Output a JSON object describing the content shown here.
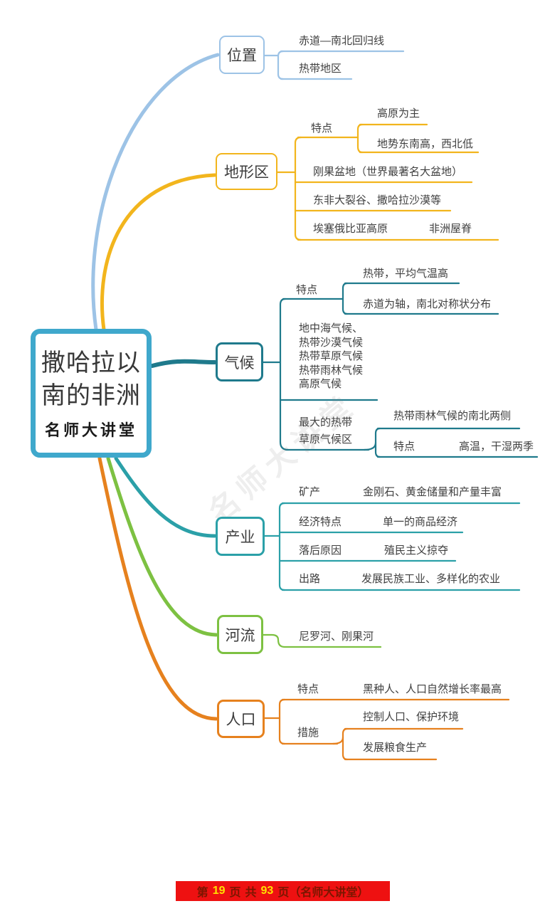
{
  "center": {
    "title1": "撒哈拉以",
    "title2": "南的非洲",
    "subtitle": "名师大讲堂"
  },
  "location": {
    "label": "位置",
    "item1": "赤道—南北回归线",
    "item2": "热带地区"
  },
  "terrain": {
    "label": "地形区",
    "feature_key": "特点",
    "f1": "高原为主",
    "f2": "地势东南高，西北低",
    "i1": "刚果盆地（世界最著名大盆地）",
    "i2": "东非大裂谷、撒哈拉沙漠等",
    "i3": "埃塞俄比亚高原",
    "i3_note": "非洲屋脊"
  },
  "climate": {
    "label": "气候",
    "feature_key": "特点",
    "f1": "热带，平均气温高",
    "f2": "赤道为轴，南北对称状分布",
    "types": [
      "地中海气候、",
      "热带沙漠气候",
      "热带草原气候",
      "热带雨林气候",
      "高原气候"
    ],
    "savanna1": "最大的热带",
    "savanna2": "草原气候区",
    "savanna_location": "热带雨林气候的南北两侧",
    "savanna_feature_key": "特点",
    "savanna_feature": "高温，干湿两季"
  },
  "industry": {
    "label": "产业",
    "k1": "矿产",
    "v1": "金刚石、黄金储量和产量丰富",
    "k2": "经济特点",
    "v2": "单一的商品经济",
    "k3": "落后原因",
    "v3": "殖民主义掠夺",
    "k4": "出路",
    "v4": "发展民族工业、多样化的农业"
  },
  "rivers": {
    "label": "河流",
    "item1": "尼罗河、刚果河"
  },
  "population": {
    "label": "人口",
    "k1": "特点",
    "v1": "黑种人、人口自然增长率最高",
    "k2": "措施",
    "m1": "控制人口、保护环境",
    "m2": "发展粮食生产"
  },
  "watermark": "名师大讲堂",
  "footer": {
    "p1": "第",
    "n1": "19",
    "p2": "页",
    "p3": "共",
    "n2": "93",
    "p4": "页（名师大讲堂）"
  },
  "colors": {
    "center": "#3FA8CC",
    "location": "#9DC3E6",
    "terrain": "#F2B51D",
    "climate": "#1F7A8C",
    "industry": "#2BA0A8",
    "rivers": "#7DC142",
    "population": "#E6811E",
    "text": "#404040",
    "footer-bg": "#EE1111",
    "footer-num": "#FFE000",
    "footer-zh": "#7B1600"
  }
}
